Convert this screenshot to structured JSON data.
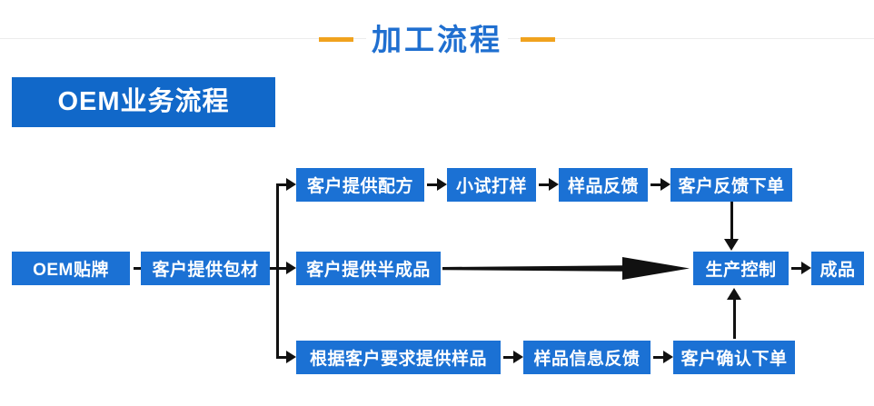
{
  "header": {
    "title": "加工流程",
    "dash_color": "#f0a21e",
    "title_color": "#1f6fd0",
    "rule_color": "#ececec"
  },
  "banner": {
    "label": "OEM业务流程",
    "background": "#1168c9",
    "text_color": "#ffffff"
  },
  "theme": {
    "node_fill": "#1b71d4",
    "node_text": "#ffffff",
    "connector": "#111111",
    "page_background": "#ffffff"
  },
  "flow": {
    "start": {
      "label": "OEM贴牌"
    },
    "stage2": {
      "label": "客户提供包材"
    },
    "branches": [
      {
        "name": "formula-branch",
        "steps": [
          {
            "label": "客户提供配方"
          },
          {
            "label": "小试打样"
          },
          {
            "label": "样品反馈"
          },
          {
            "label": "客户反馈下单"
          }
        ]
      },
      {
        "name": "semi-finished-branch",
        "steps": [
          {
            "label": "客户提供半成品"
          }
        ]
      },
      {
        "name": "sample-request-branch",
        "steps": [
          {
            "label": "根据客户要求提供样品"
          },
          {
            "label": "样品信息反馈"
          },
          {
            "label": "客户确认下单"
          }
        ]
      }
    ],
    "converge": {
      "label": "生产控制"
    },
    "end": {
      "label": "成品"
    }
  }
}
